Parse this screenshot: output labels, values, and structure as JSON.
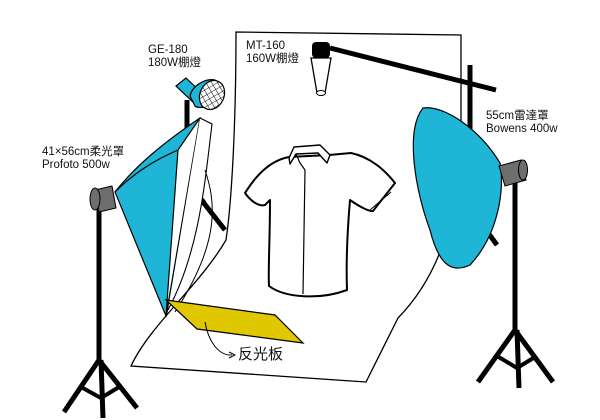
{
  "diagram": {
    "title": "",
    "colors": {
      "modifier_blue": "#1fb5d6",
      "reflector_yellow": "#e0c800",
      "head_gray": "#6e6e6e",
      "stand_black": "#000000",
      "backdrop": "#ffffff"
    },
    "lights": [
      {
        "id": "ge180",
        "model": "GE-180",
        "spec": "180W棚燈"
      },
      {
        "id": "mt160",
        "model": "MT-160",
        "spec": "160W棚燈"
      },
      {
        "id": "beauty-dish",
        "model": "55cm雷達罩",
        "spec": "Bowens 400w"
      },
      {
        "id": "softbox",
        "model": "41×56cm柔光罩",
        "spec": "Profoto 500w"
      }
    ],
    "reflector": {
      "label": "反光板"
    },
    "subject": {
      "label": ""
    }
  }
}
